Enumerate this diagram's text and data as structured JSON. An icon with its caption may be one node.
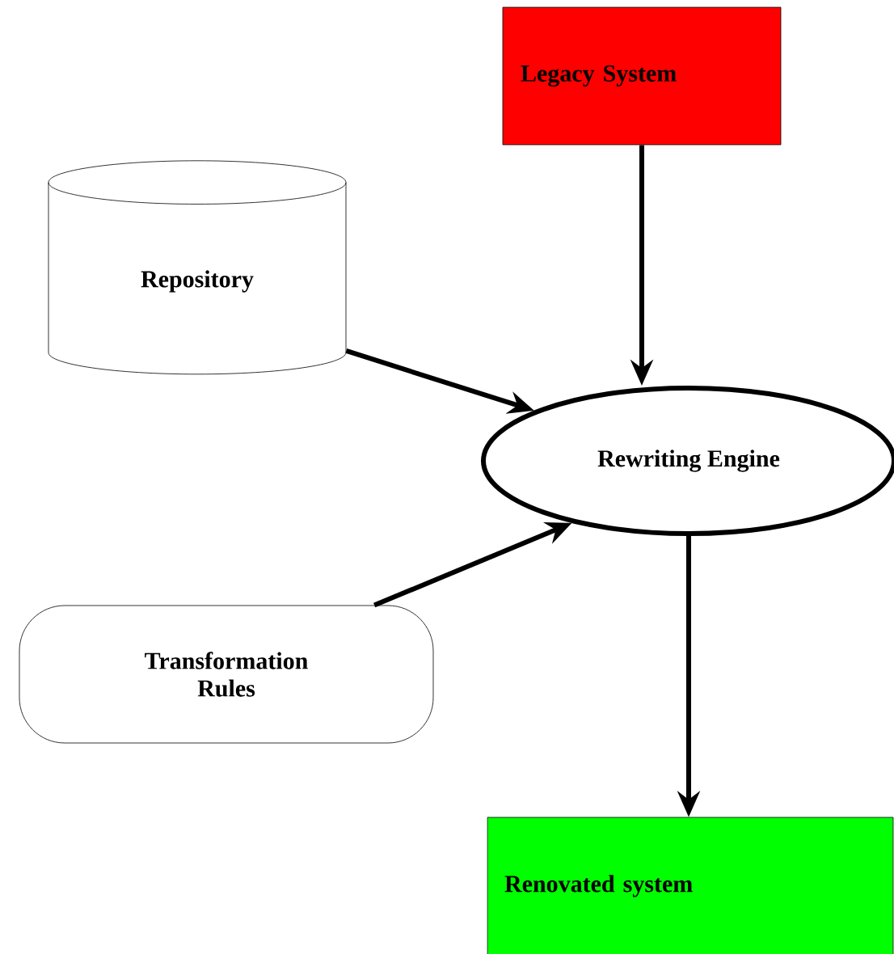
{
  "diagram": {
    "nodes": [
      {
        "text": [
          "Legacy System"
        ]
      },
      {
        "text": [
          "Repository"
        ]
      },
      {
        "text": [
          "Rewriting Engine"
        ]
      },
      {
        "text": [
          "Transformation Rules"
        ]
      },
      {
        "text": [
          "Renovated system"
        ]
      }
    ],
    "edges": [
      {
        "from": 0,
        "to": 2,
        "arrow": "to"
      },
      {
        "from": 1,
        "to": 2,
        "arrow": "to"
      },
      {
        "from": 3,
        "to": 2,
        "arrow": "to"
      },
      {
        "from": 2,
        "to": 4,
        "arrow": "to"
      }
    ]
  }
}
